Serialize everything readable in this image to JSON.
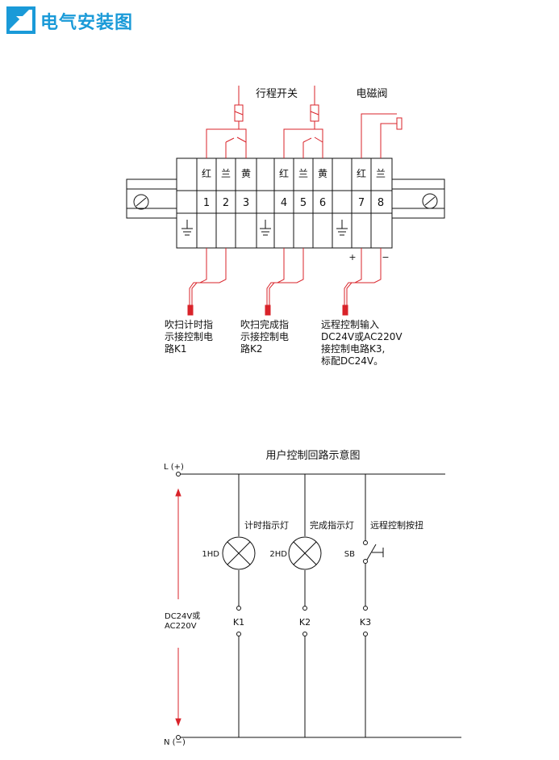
{
  "header": {
    "title": "电气安装图"
  },
  "colors": {
    "brand": "#1a9ad8",
    "wire": "#d9232a",
    "line": "#111111"
  },
  "terminal_block": {
    "top_labels": {
      "travel_switch": "行程开关",
      "solenoid_valve": "电磁阀"
    },
    "wire_colors": [
      "红",
      "兰",
      "黄",
      "红",
      "兰",
      "黄",
      "红",
      "兰"
    ],
    "numbers": [
      "1",
      "2",
      "3",
      "4",
      "5",
      "6",
      "7",
      "8"
    ],
    "polarity": {
      "plus": "+",
      "minus": "−"
    },
    "ground_symbols": 3,
    "notes": [
      [
        "吹扫计时指",
        "示接控制电",
        "路K1"
      ],
      [
        "吹扫完成指",
        "示接控制电",
        "路K2"
      ],
      [
        "远程控制输入",
        "DC24V或AC220V",
        "接控制电路K3,",
        "标配DC24V。"
      ]
    ]
  },
  "control_circuit": {
    "title": "用户控制回路示意图",
    "line_L": "L (+)",
    "line_N": "N (−)",
    "supply": [
      "DC24V或",
      "AC220V"
    ],
    "branches": [
      {
        "component": "1HD",
        "description": "计时指示灯",
        "contact": "K1"
      },
      {
        "component": "2HD",
        "description": "完成指示灯",
        "contact": "K2"
      },
      {
        "component": "SB",
        "description": "远程控制按扭",
        "contact": "K3"
      }
    ]
  }
}
